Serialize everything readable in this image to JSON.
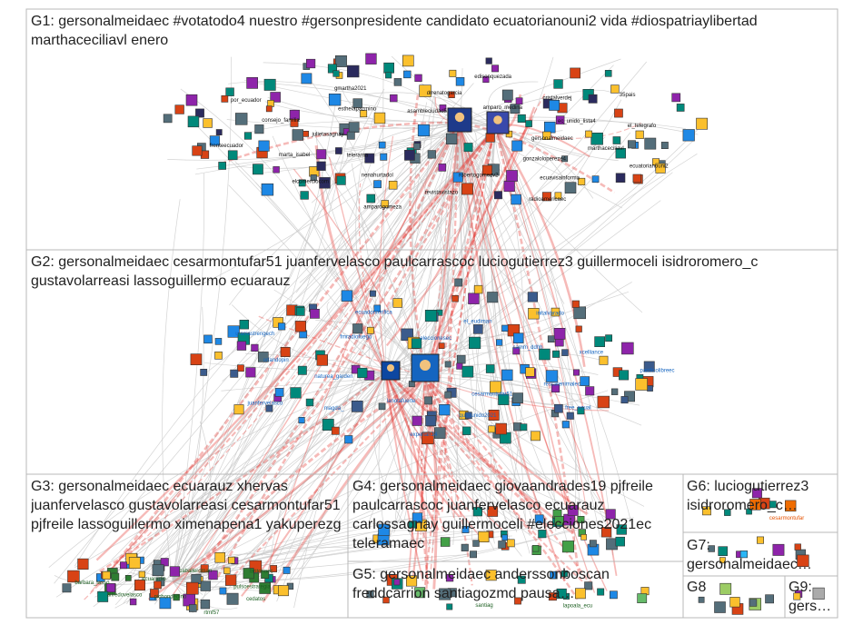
{
  "graph": {
    "colors": {
      "edge": "#c8c8c8",
      "edge_strong": "#e53935",
      "group_border": "#b8b8b8",
      "label_text": "#222222",
      "g1_node_label": "#111111",
      "g2_node_label": "#1565c0",
      "g3_node_label": "#1b5e20",
      "g6_node_label": "#e65100",
      "g8_node_label": "#7cb342"
    },
    "groups": [
      {
        "id": "G1",
        "label": "G1: gersonalmeidaec #votatodo4 nuestro #gersonpresidente candidato ecuatorianouni2 vida #diospatriaylibertad marthaceciliavl enero",
        "nodes": [
          "gersonalmeidaec",
          "marthaceciliavl",
          "ecuatorianouni2",
          "gonzalolopereze4",
          "ecuavisainforma",
          "radioamericaec",
          "robertogomezv2",
          "revistavistazo",
          "amparogomeza",
          "nenahurtadol",
          "elcomerciocom",
          "telerama",
          "marta_isabel",
          "frenteecuador",
          "julietasagnay",
          "consejo_familia",
          "por_ecuador",
          "esthelapazmino",
          "gmartha2021",
          "asambleciudad5",
          "drrenatogarcia",
          "edisonquezada",
          "amparo_medina",
          "cristalverdej",
          "35pais",
          "ec_unido_lista4",
          "el_telegrafo"
        ]
      },
      {
        "id": "G2",
        "label": "G2: gersonalmeidaec cesarmontufar51 juanfervelasco paulcarrascoc luciogutierrez3 guillermoceli isidroromero_c gustavolarreasi lassoguillermo ecuarauz",
        "nodes": [
          "cesarmontufar51",
          "quitounido2021",
          "expertan14",
          "lanotafuerte",
          "magda_",
          "juanfervelasco",
          "naturea_garden",
          "orlandopin",
          "uraniastrengech",
          "fmradiofuego",
          "ecuadorverifica",
          "eleccionesec",
          "el_eudiman",
          "initalvarado",
          "camm_ddhh",
          "xcelliance",
          "pacificolibreec",
          "rescatenimalec",
          "free_equal"
        ]
      },
      {
        "id": "G3",
        "label": "G3: gersonalmeidaec ecuarauz xhervas juanfervelasco gustavolarreasi cesarmontufar51 pjfreile lassoguillermo ximenapena1 yakuperezg",
        "nodes": [
          "pichondedino",
          "alfredovelasco",
          "barbara_lasso",
          "ecuaradio",
          "caballeroman",
          "laritoriaec",
          "pulsoestrategia",
          "cedatos",
          "rtmf57"
        ]
      },
      {
        "id": "G4",
        "label": "G4: gersonalmeidaec giovaandrades19 pjfreile paulcarrascoc juanfervelasco ecuarauz carlossagnay guillermoceli #elecciones2021ec teleramaec",
        "nodes": []
      },
      {
        "id": "G5",
        "label": "G5: gersonalmeidaec anderssonboscan freddcarrion santiagozmd pausa…",
        "nodes": [
          "santiag",
          "lapoala_ecu"
        ]
      },
      {
        "id": "G6",
        "label": "G6: luciogutierrez3 isidroromero_c…",
        "nodes": [
          "cesarmontufar"
        ]
      },
      {
        "id": "G7",
        "label": "G7: gersonalmeidaec…",
        "nodes": []
      },
      {
        "id": "G8",
        "label": "G8",
        "nodes": []
      },
      {
        "id": "G9",
        "label": "G9: gers…",
        "nodes": []
      }
    ]
  }
}
